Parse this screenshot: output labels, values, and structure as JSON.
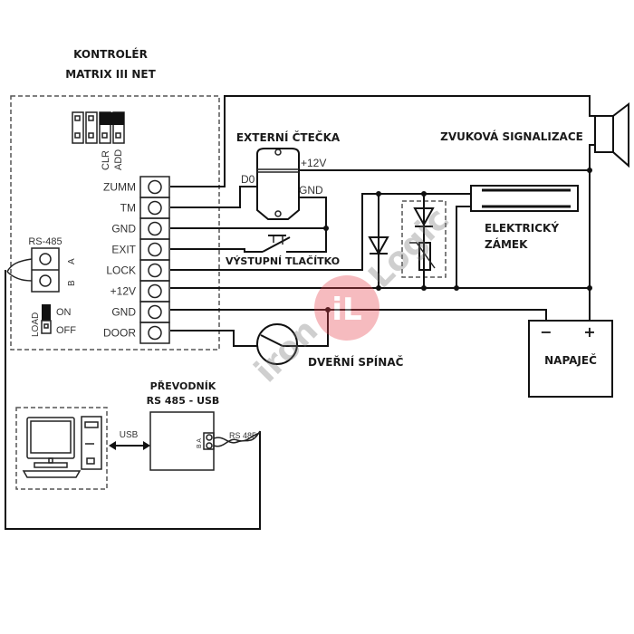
{
  "controller": {
    "title_line1": "KONTROLÉR",
    "title_line2": "MATRIX III NET",
    "jumpers": [
      "CLR",
      "ADD"
    ],
    "terminals": [
      "ZUMM",
      "TM",
      "GND",
      "EXIT",
      "LOCK",
      "+12V",
      "GND",
      "DOOR"
    ],
    "rs485": {
      "label": "RS-485",
      "pins": [
        "A",
        "B"
      ]
    },
    "load_switch": {
      "label": "LOAD",
      "on": "ON",
      "off": "OFF",
      "state": "ON"
    }
  },
  "reader": {
    "label": "EXTERNÍ ČTEČKA",
    "pins": {
      "d0": "D0",
      "v12": "+12V",
      "gnd": "GND"
    }
  },
  "exit_button": {
    "label": "VÝSTUPNÍ TLAČÍTKO"
  },
  "buzzer": {
    "label": "ZVUKOVÁ SIGNALIZACE"
  },
  "lock": {
    "label_line1": "ELEKTRICKÝ",
    "label_line2": "ZÁMEK"
  },
  "door_switch": {
    "label": "DVEŘNÍ SPÍNAČ"
  },
  "power": {
    "label": "NAPAJEČ",
    "minus": "−",
    "plus": "+"
  },
  "converter": {
    "label_line1": "PŘEVODNÍK",
    "label_line2": "RS 485 - USB",
    "pins": "B A",
    "cable_label": "RS 485"
  },
  "pc_link": {
    "label": "USB"
  },
  "watermark": {
    "text_left": "iron",
    "text_right": "Logic",
    "badge": "iL",
    "color": "#e8404a"
  }
}
